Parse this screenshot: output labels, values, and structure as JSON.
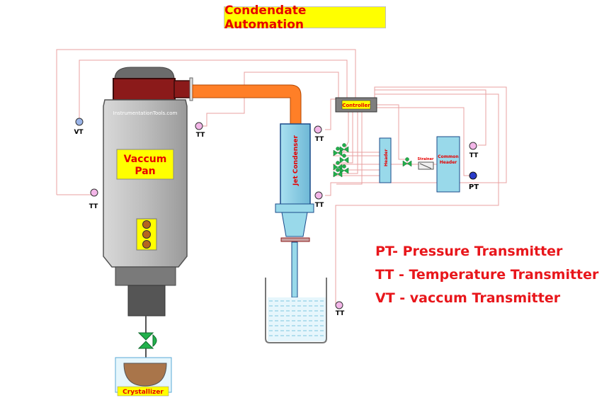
{
  "title": "Condendate Automation",
  "watermark": "InstrumentationTools.com",
  "vessel": {
    "line1": "Vaccum",
    "line2": "Pan"
  },
  "jet_condenser": "Jet Condenser",
  "controller": "Controller",
  "header": "Header",
  "strainer": "Strainer",
  "common_header": {
    "line1": "Common",
    "line2": "Header"
  },
  "crystallizer": "Crystallizer",
  "instruments": {
    "vt": "VT",
    "tt_pan_top": "TT",
    "tt_pan_side": "TT",
    "tt_condenser_top": "TT",
    "tt_condenser_bottom": "TT",
    "tt_header": "TT",
    "pt_header": "PT",
    "tt_tank": "TT"
  },
  "legend": [
    "PT- Pressure Transmitter",
    "TT - Temperature Transmitter",
    "VT - vaccum Transmitter"
  ],
  "colors": {
    "title_bg": "#ffff00",
    "title_text": "#e60000",
    "signal_line": "#e8a0a0",
    "vapor_pipe": "#ff7f27",
    "vessel_body": "#c3c3c3",
    "vessel_cap": "#8b1a1a",
    "condenser": "#99d9ea",
    "valve": "#22b14c",
    "legend_text": "#e8161b"
  }
}
